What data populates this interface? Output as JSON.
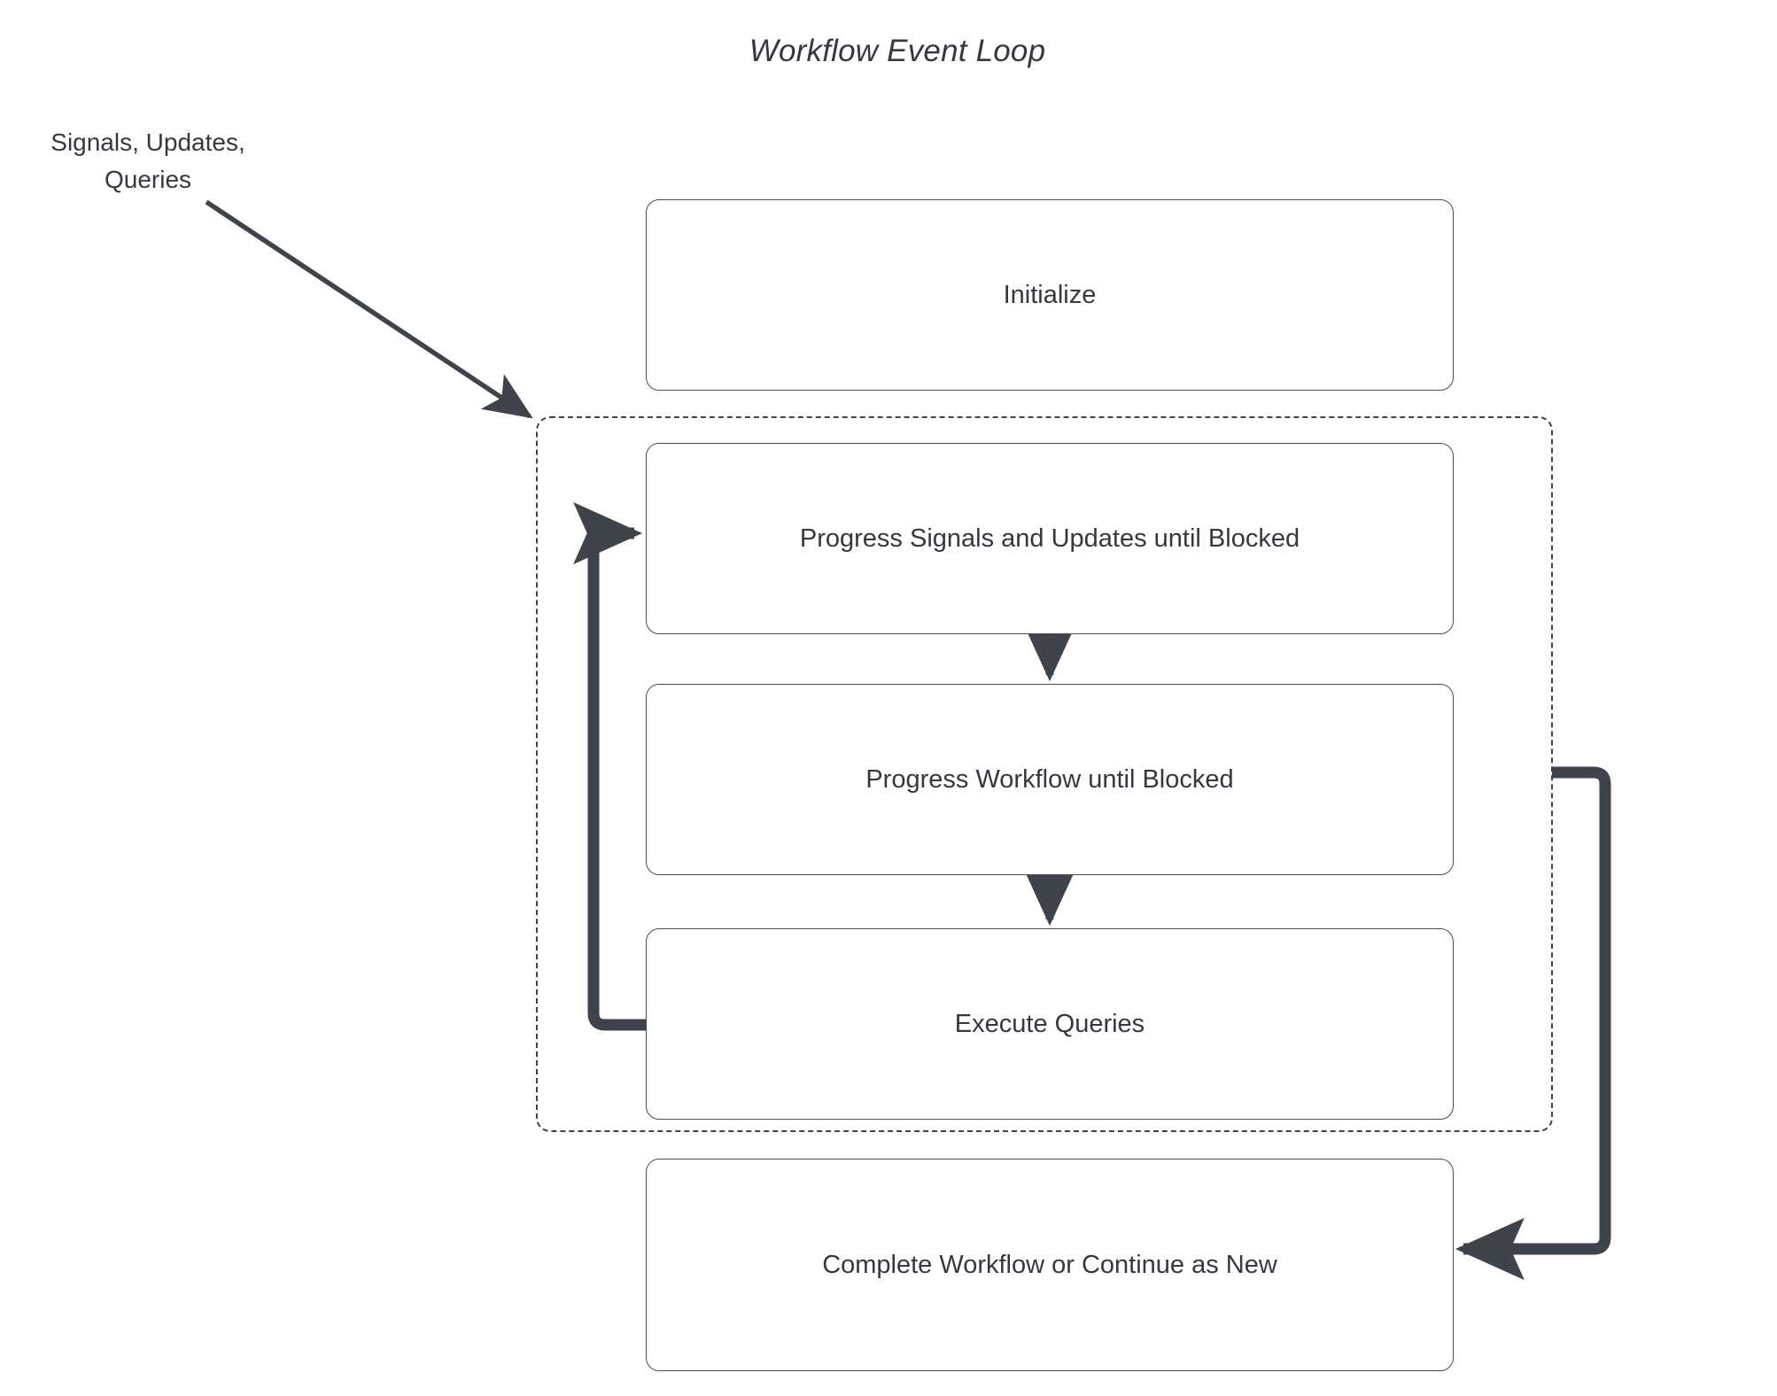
{
  "title": "Workflow Event Loop",
  "colors": {
    "background": "#ffffff",
    "text": "#35393f",
    "node_border": "#4a4d52",
    "edge": "#3f434a",
    "group_border": "#3f434a"
  },
  "external_label": {
    "line1": "Signals, Updates,",
    "line2": "Queries"
  },
  "nodes": [
    {
      "id": "initialize",
      "label": "Initialize"
    },
    {
      "id": "progress_su",
      "label": "Progress Signals and Updates until Blocked"
    },
    {
      "id": "progress_wf",
      "label": "Progress Workflow until Blocked"
    },
    {
      "id": "execute_queries",
      "label": "Execute Queries"
    },
    {
      "id": "complete",
      "label": "Complete Workflow or Continue as New"
    }
  ],
  "group": {
    "id": "event_loop_group",
    "style": "dashed",
    "label": ""
  },
  "edges": [
    {
      "id": "signals_in",
      "from": "Signals, Updates, Queries",
      "to": "event_loop_group",
      "style": "thin-solid-arrow"
    },
    {
      "id": "su_to_wf",
      "from": "progress_su",
      "to": "progress_wf",
      "style": "solid-arrow"
    },
    {
      "id": "wf_to_eq",
      "from": "progress_wf",
      "to": "execute_queries",
      "style": "solid-arrow"
    },
    {
      "id": "eq_loop_back",
      "from": "execute_queries",
      "to": "progress_su",
      "style": "thick-elbow-arrow"
    },
    {
      "id": "group_to_complete",
      "from": "event_loop_group",
      "to": "complete",
      "style": "thick-elbow-arrow"
    }
  ]
}
